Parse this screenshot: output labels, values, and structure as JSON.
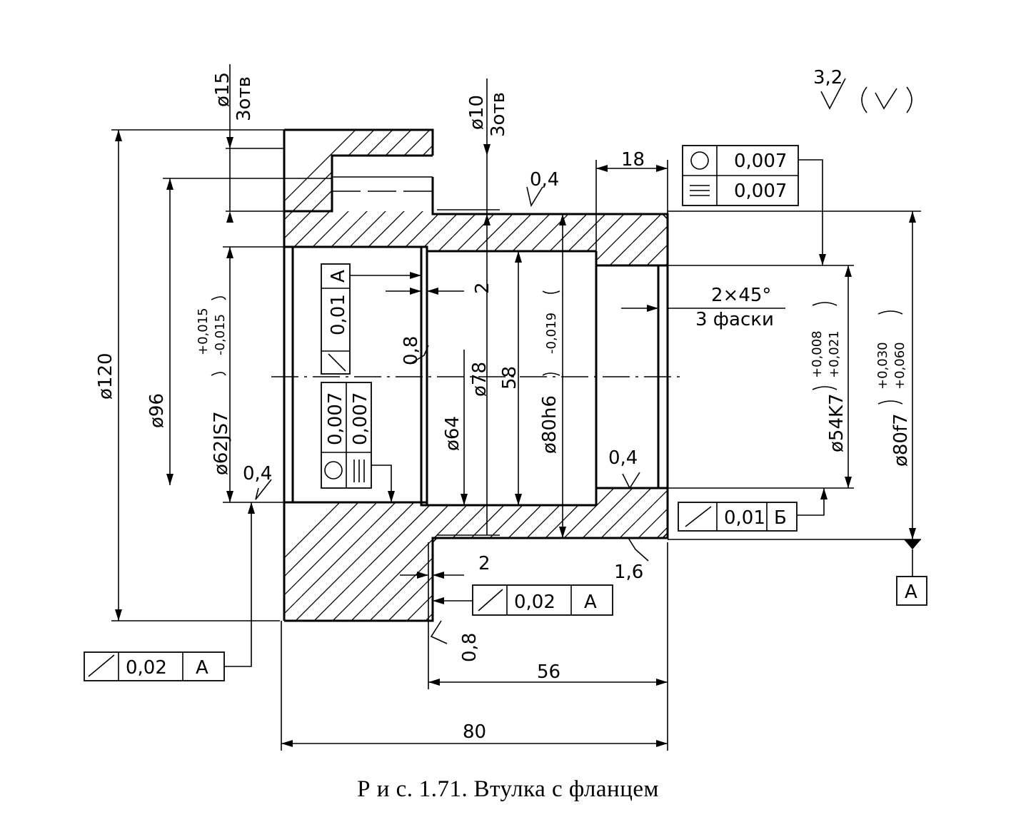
{
  "caption": {
    "label": "Р и с.",
    "number": "1.71.",
    "title": "Втулка с фланцем"
  },
  "roughness": {
    "general_value": "3,2",
    "other_symbol": "(√)",
    "marks": [
      "0,4",
      "0,8",
      "0,4",
      "0,4",
      "1,6",
      "0,8"
    ]
  },
  "dimensions": {
    "d120": "ø120",
    "d96": "ø96",
    "d62": "ø62JS7",
    "d62_tol_upper": "+0,015",
    "d62_tol_lower": "-0,015",
    "d15": "ø15",
    "d15_count": "3отв",
    "d10": "ø10",
    "d10_count": "3отв",
    "d64": "ø64",
    "d78": "ø78",
    "d58": "58",
    "d80h6": "ø80h6",
    "d80h6_tol": "-0,019",
    "d54": "ø54K7",
    "d54_tol_upper": "+0,008",
    "d54_tol_lower": "+0,021",
    "d80f7": "ø80f7",
    "d80f7_tol_upper": "+0,030",
    "d80f7_tol_lower": "+0,060",
    "len18": "18",
    "len56": "56",
    "len80": "80",
    "groove_top": "2",
    "groove_bottom": "2",
    "chamfer": "2×45°",
    "chamfer_note": "3 фаски"
  },
  "tolerances": {
    "right_top": {
      "row1": "0,007",
      "row2": "0,007"
    },
    "right_runout": {
      "value": "0,01",
      "datum": "Б"
    },
    "inner_runout": {
      "value": "0,01",
      "datum": "А"
    },
    "inner_form": {
      "row1": "0,007",
      "row2": "0,007"
    },
    "bottom_mid": {
      "value": "0,02",
      "datum": "А"
    },
    "bottom_left": {
      "value": "0,02",
      "datum": "А"
    }
  },
  "datum_a": "А"
}
